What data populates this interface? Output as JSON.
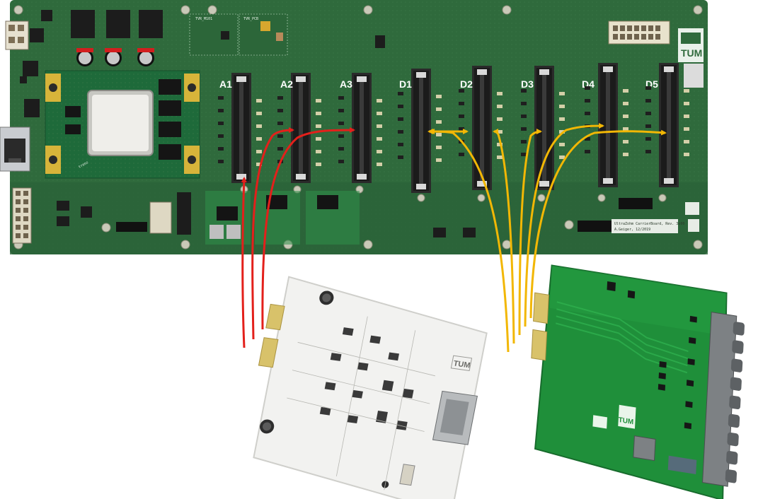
{
  "colors": {
    "main_board": "#2f6a3c",
    "main_board_edge": "#27583a",
    "analog_card": "#f2f2f0",
    "digital_card": "#1f8f3a",
    "red_connection": "#e3201b",
    "yellow_connection": "#f2b705",
    "connector_black": "#1b1b1b"
  },
  "main_board": {
    "slots": [
      {
        "id": "A1",
        "label": "A1"
      },
      {
        "id": "A2",
        "label": "A2"
      },
      {
        "id": "A3",
        "label": "A3"
      },
      {
        "id": "D1",
        "label": "D1"
      },
      {
        "id": "D2",
        "label": "D2"
      },
      {
        "id": "D3",
        "label": "D3"
      },
      {
        "id": "D4",
        "label": "D4"
      },
      {
        "id": "D5",
        "label": "D5"
      }
    ],
    "fpga_module_text": "trenz",
    "logo_text": "TUM",
    "revision_text": "UltraZohm CarrierBoard, Rev. 3x00",
    "author_text": "A.Geiger, 12/2019",
    "label_tvr_m101": "TVR_M101",
    "label_tvr_pcb": "TVR_PCB"
  },
  "analog_card": {
    "logo_text": "TUM"
  },
  "digital_card": {
    "logo_text": "TUM"
  },
  "connections": {
    "red_targets": [
      "A1",
      "A2",
      "A3"
    ],
    "yellow_targets": [
      "D1",
      "D2",
      "D3",
      "D4",
      "D5"
    ]
  }
}
